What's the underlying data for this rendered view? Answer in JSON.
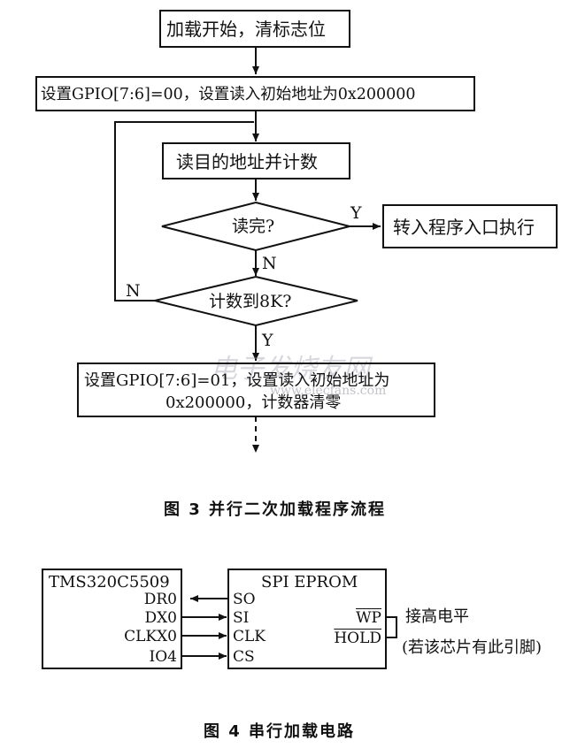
{
  "flowchart": {
    "start": "加载开始，清标志位",
    "set_gpio_00": "设置GPIO[7:6]=00，设置读入初始地址为0x200000",
    "read_count": "读目的地址并计数",
    "decision_read_done": "读完?",
    "jump_entry": "转入程序入口执行",
    "decision_count_8k": "计数到8K?",
    "set_gpio_01_line1": "设置GPIO[7:6]=01，设置读入初始地址为",
    "set_gpio_01_line2": "0x200000，计数器清零",
    "label_yes_1": "Y",
    "label_no_1": "N",
    "label_no_2": "N",
    "label_yes_2": "Y"
  },
  "caption_fig3": "图 3   并行二次加载程序流程",
  "circuit": {
    "dsp_title": "TMS320C5509",
    "dsp_pins": [
      "DR0",
      "DX0",
      "CLKX0",
      "IO4"
    ],
    "eprom_title": "SPI EPROM",
    "eprom_pins": [
      "SO",
      "SI",
      "CLK",
      "CS"
    ],
    "wp": "WP",
    "hold": "HOLD",
    "note1": "接高电平",
    "note2": "(若该芯片有此引脚)"
  },
  "caption_fig4": "图 4   串行加载电路",
  "watermark": {
    "text": "电子发烧友网",
    "url": "www.elecfans.com"
  }
}
